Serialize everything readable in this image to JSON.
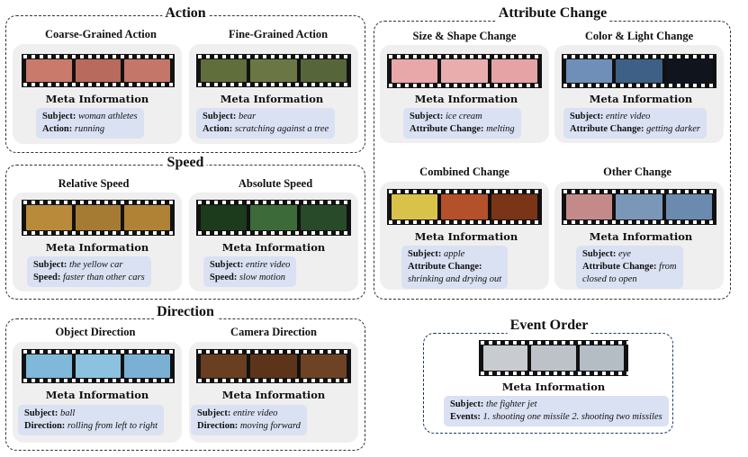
{
  "meta_title": "Meta Information",
  "groups": {
    "action": {
      "title": "Action",
      "cards": [
        {
          "caption": "Coarse-Grained Action",
          "lines": [
            {
              "label": "Subject:",
              "value": "woman athletes"
            },
            {
              "label": "Action:",
              "value": "running"
            }
          ]
        },
        {
          "caption": "Fine-Grained Action",
          "lines": [
            {
              "label": "Subject:",
              "value": "bear"
            },
            {
              "label": "Action:",
              "value": "scratching against a tree"
            }
          ]
        }
      ]
    },
    "speed": {
      "title": "Speed",
      "cards": [
        {
          "caption": "Relative Speed",
          "lines": [
            {
              "label": "Subject:",
              "value": "the yellow car"
            },
            {
              "label": "Speed:",
              "value": "faster than other cars"
            }
          ]
        },
        {
          "caption": "Absolute Speed",
          "lines": [
            {
              "label": "Subject:",
              "value": "entire video"
            },
            {
              "label": "Speed:",
              "value": "slow motion"
            }
          ]
        }
      ]
    },
    "direction": {
      "title": "Direction",
      "cards": [
        {
          "caption": "Object Direction",
          "lines": [
            {
              "label": "Subject:",
              "value": "ball"
            },
            {
              "label": "Direction:",
              "value": "rolling from left to right"
            }
          ]
        },
        {
          "caption": "Camera Direction",
          "lines": [
            {
              "label": "Subject:",
              "value": "entire video"
            },
            {
              "label": "Direction:",
              "value": "moving forward"
            }
          ]
        }
      ]
    },
    "attribute": {
      "title": "Attribute Change",
      "cards": [
        {
          "caption": "Size & Shape Change",
          "lines": [
            {
              "label": "Subject:",
              "value": "ice cream"
            },
            {
              "label": "Attribute Change:",
              "value": "melting"
            }
          ]
        },
        {
          "caption": "Color & Light Change",
          "lines": [
            {
              "label": "Subject:",
              "value": "entire video"
            },
            {
              "label": "Attribute Change:",
              "value": "getting darker"
            }
          ]
        },
        {
          "caption": "Combined Change",
          "lines": [
            {
              "label": "Subject:",
              "value": "apple"
            },
            {
              "label": "Attribute Change:",
              "value": ""
            },
            {
              "label": "",
              "value": "shrinking and drying out"
            }
          ]
        },
        {
          "caption": "Other Change",
          "lines": [
            {
              "label": "Subject:",
              "value": "eye"
            },
            {
              "label": "Attribute Change:",
              "value": "from"
            },
            {
              "label": "",
              "value": "closed to open"
            }
          ]
        }
      ]
    },
    "event": {
      "title": "Event Order",
      "cards": [
        {
          "caption": "",
          "lines": [
            {
              "label": "Subject:",
              "value": "the fighter jet"
            },
            {
              "label": "Events:",
              "value": "1. shooting one missile 2. shooting two missiles"
            }
          ]
        }
      ]
    }
  },
  "frame_colors": {
    "coarse": [
      "#c97a6a",
      "#b86a5c",
      "#c47668"
    ],
    "fine": [
      "#5f6e3a",
      "#6a7744",
      "#56663a"
    ],
    "relative": [
      "#b88a3a",
      "#a57b34",
      "#b08236"
    ],
    "absolute": [
      "#1c3a1c",
      "#3c6a38",
      "#284a28"
    ],
    "object": [
      "#7fb8d8",
      "#8cc2df",
      "#7ab0d4"
    ],
    "camera": [
      "#6a3e20",
      "#5c3419",
      "#6e4224"
    ],
    "size": [
      "#e8a7a8",
      "#e9adad",
      "#e6a3a5"
    ],
    "color": [
      "#6f8fb8",
      "#3e5f86",
      "#10141c"
    ],
    "combined": [
      "#d9c24a",
      "#b4502a",
      "#7a3416"
    ],
    "other": [
      "#c48a8a",
      "#7a97b8",
      "#6a8aae"
    ],
    "event": [
      "#c8ccd0",
      "#bcc2c8",
      "#b4bcc4"
    ]
  }
}
